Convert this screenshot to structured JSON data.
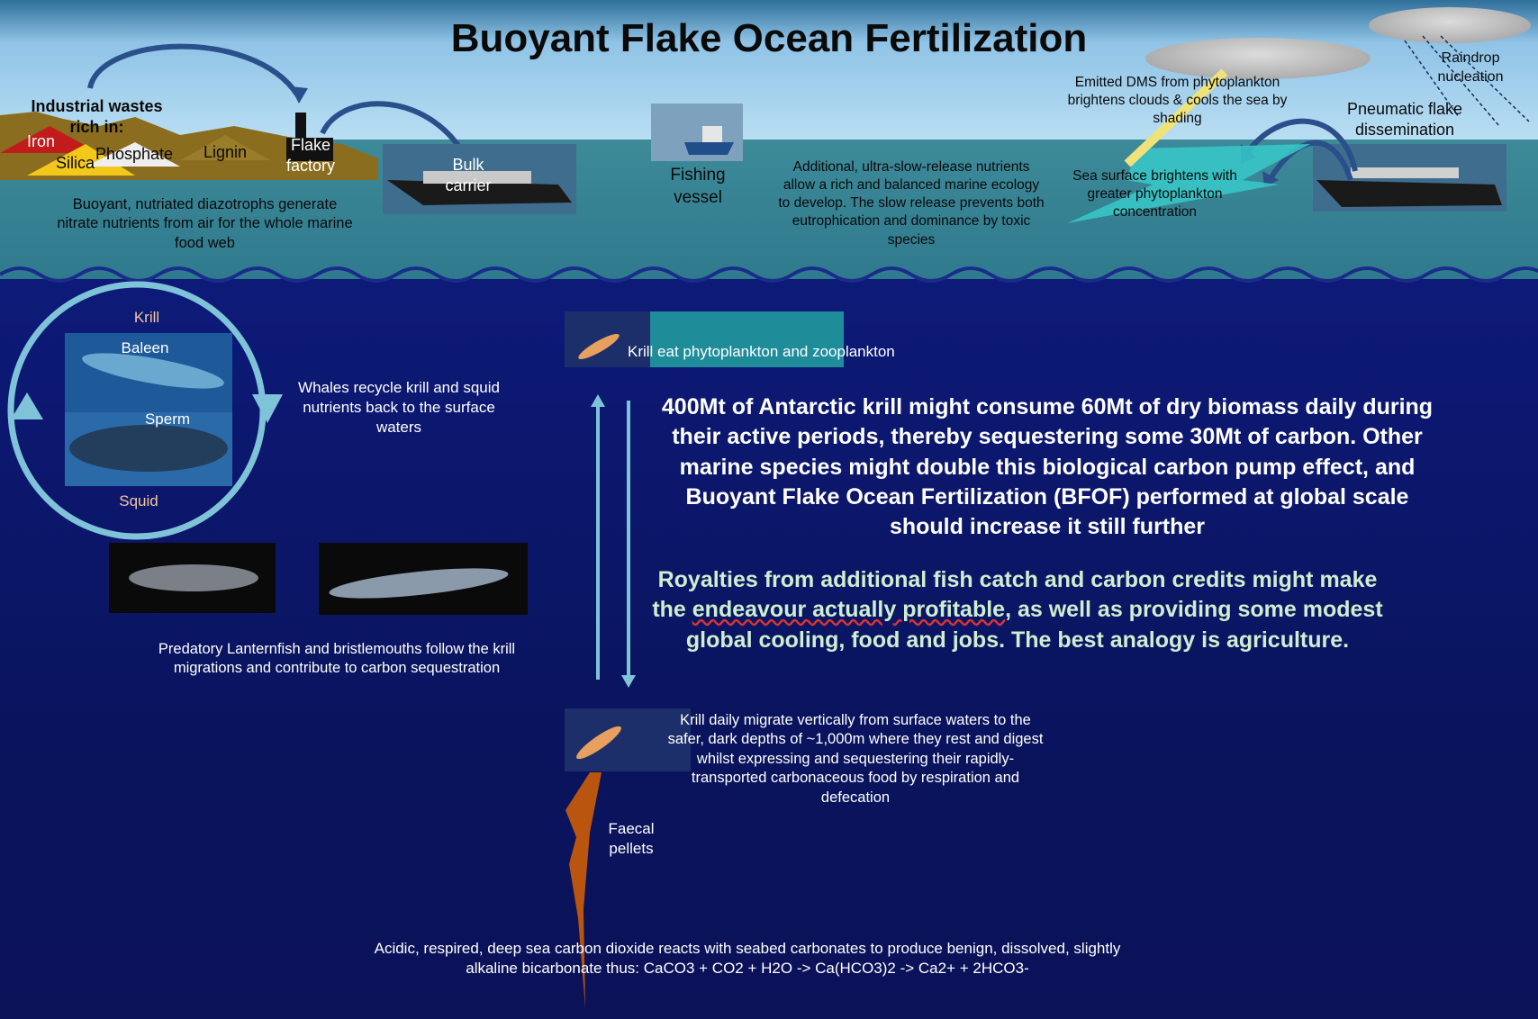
{
  "title": "Buoyant Flake Ocean Fertilization",
  "surface": {
    "industrial_wastes": "Industrial wastes rich in:",
    "minerals": [
      "Iron",
      "Silica",
      "Phosphate",
      "Lignin"
    ],
    "flake_factory": "Flake factory",
    "bulk_carrier": "Bulk carrier",
    "fishing_vessel": "Fishing vessel",
    "diazotrophs": "Buoyant, nutriated diazotrophs generate nitrate nutrients from air for the whole marine food web",
    "slow_release": "Additional, ultra-slow-release nutrients allow a rich and balanced marine ecology to develop. The slow release prevents both eutrophication and dominance by toxic species",
    "dms": "Emitted DMS from phytoplankton brightens clouds & cools the sea by shading",
    "sea_brightens": "Sea surface brightens with greater phytoplankton concentration",
    "pneumatic": "Pneumatic flake dissemination",
    "raindrop": "Raindrop nucleation"
  },
  "deep": {
    "krill_label": "Krill",
    "baleen": "Baleen",
    "sperm": "Sperm",
    "squid": "Squid",
    "whales_recycle": "Whales recycle krill and squid nutrients back to the surface waters",
    "krill_eat": "Krill eat phytoplankton and zooplankton",
    "main_text": "400Mt of Antarctic krill might consume 60Mt of dry biomass daily during their active periods, thereby sequestering some 30Mt of carbon.  Other marine species might double this biological carbon pump effect, and Buoyant Flake Ocean Fertilization (BFOF) performed at  global scale should increase it still further",
    "royalties_1": "Royalties from additional fish catch and carbon credits might make the ",
    "royalties_2": "endeavour actually profitable",
    "royalties_3": ", as well as providing some modest global cooling, food and jobs. The best analogy is agriculture.",
    "predatory": "Predatory Lanternfish and bristlemouths follow the krill migrations and contribute to carbon sequestration",
    "krill_migrate": "Krill daily migrate vertically from surface waters to the safer, dark depths of ~1,000m where they rest and digest whilst expressing and sequestering their rapidly-transported carbonaceous food by respiration and defecation",
    "faecal": "Faecal pellets",
    "acidic": "Acidic, respired, deep sea carbon dioxide reacts with seabed carbonates to produce benign, dissolved, slightly alkaline bicarbonate thus: CaCO3 + CO2 + H2O -> Ca(HCO3)2 -> Ca2+ + 2HCO3-"
  },
  "colors": {
    "sky": "#8fc3e6",
    "surface_sea": "#2f7a8d",
    "deep_sea": "#0d1a78",
    "krill_label": "#f3c6a0",
    "ring": "#7fc3d9",
    "royalties_text": "#cfeed0",
    "faecal_pellets": "#b9550e"
  }
}
